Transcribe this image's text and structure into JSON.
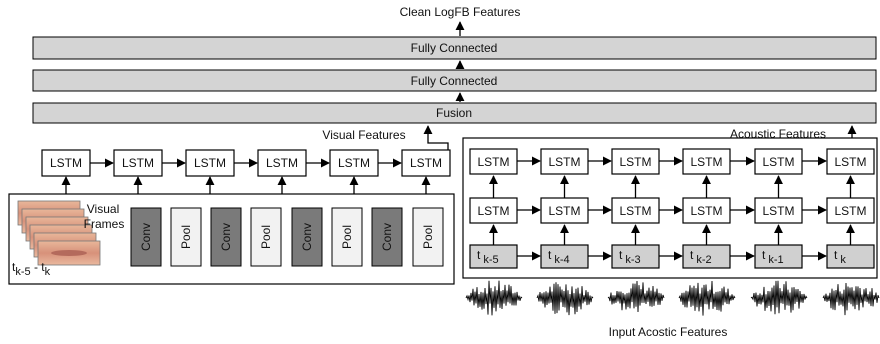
{
  "output_label": "Clean LogFB Features",
  "layers": {
    "fc_top": "Fully Connected",
    "fc_bottom": "Fully Connected",
    "fusion": "Fusion"
  },
  "visual": {
    "features_label": "Visual Features",
    "lstm_label": "LSTM",
    "lstm_count": 6,
    "frames_label_line1": "Visual",
    "frames_label_line2": "Frames",
    "time_range_parts": [
      "t",
      "k-5",
      " - t",
      "k"
    ],
    "cnn_layers": [
      "Conv",
      "Pool",
      "Conv",
      "Pool",
      "Conv",
      "Pool",
      "Conv",
      "Pool"
    ]
  },
  "acoustic": {
    "features_label": "Acoustic Features",
    "lstm_label": "LSTM",
    "time_steps": [
      {
        "base": "t",
        "sub": "k-5"
      },
      {
        "base": "t",
        "sub": "k-4"
      },
      {
        "base": "t",
        "sub": "k-3"
      },
      {
        "base": "t",
        "sub": "k-2"
      },
      {
        "base": "t",
        "sub": "k-1"
      },
      {
        "base": "t",
        "sub": "k"
      }
    ],
    "input_label": "Input Acostic Features"
  },
  "colors": {
    "layer_fill": "#d4d4d4",
    "conv_fill": "#7a7a7a",
    "pool_fill": "#f2f2f2",
    "time_fill": "#d0d0d0",
    "stroke": "#000000"
  }
}
